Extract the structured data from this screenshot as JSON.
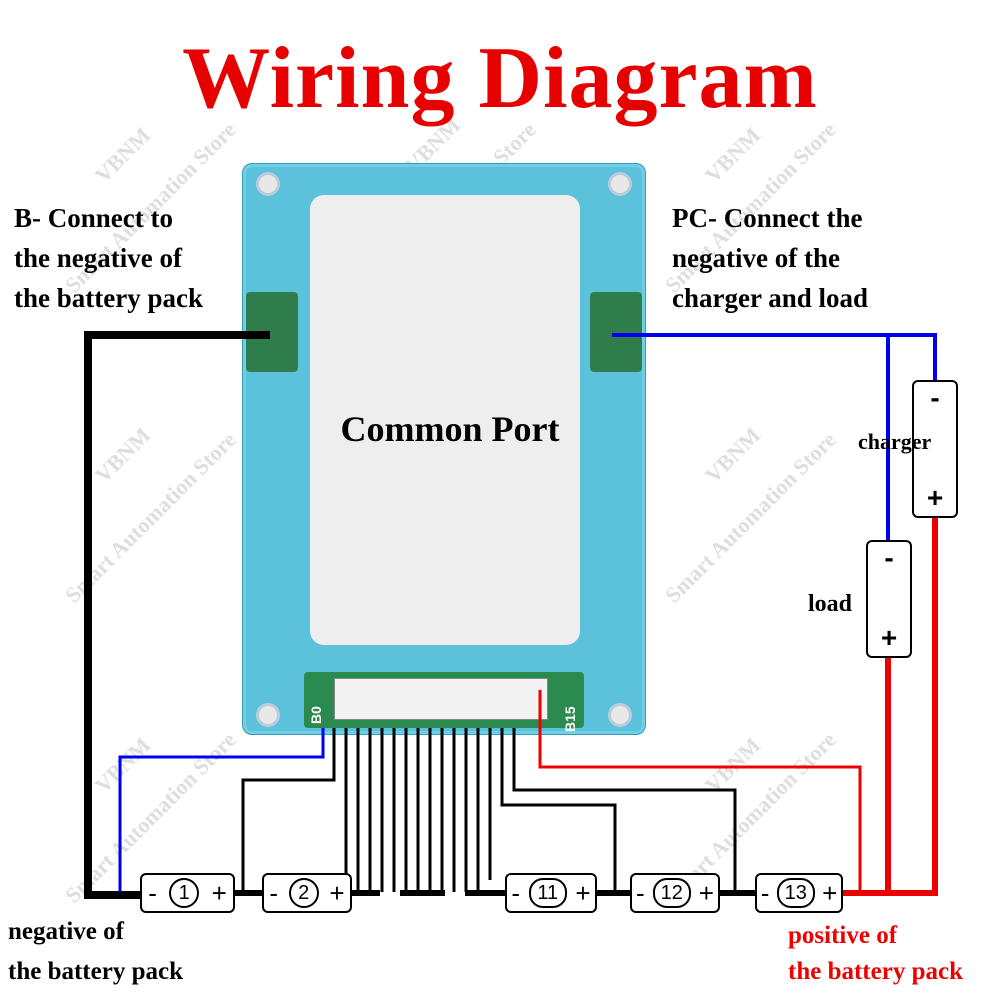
{
  "title": "Wiring Diagram",
  "labels": {
    "b_minus": [
      "B- Connect to",
      "the negative of",
      "the battery pack"
    ],
    "pc_minus": [
      "PC- Connect the",
      "negative of the",
      "charger and load"
    ],
    "common_port": "Common Port",
    "charger": "charger",
    "load": "load",
    "negative_pack": [
      "negative of",
      "the battery pack"
    ],
    "positive_pack": [
      "positive of",
      "the battery pack"
    ]
  },
  "board": {
    "connector_left": "B0",
    "connector_right": "B15"
  },
  "cells": [
    {
      "minus": "-",
      "num": "1",
      "plus": "+"
    },
    {
      "minus": "-",
      "num": "2",
      "plus": "+"
    },
    {
      "minus": "-",
      "num": "11",
      "plus": "+"
    },
    {
      "minus": "-",
      "num": "12",
      "plus": "+"
    },
    {
      "minus": "-",
      "num": "13",
      "plus": "+"
    }
  ],
  "devices": {
    "charger": {
      "minus": "-",
      "plus": "+"
    },
    "load": {
      "minus": "-",
      "plus": "+"
    }
  },
  "watermarks": [
    "VBNM",
    "Smart Automation Store"
  ],
  "colors": {
    "title": "#e60000",
    "board": "#5cc2dc",
    "negative_wire": "#000000",
    "b0_wire": "#0000ee",
    "pc_wire": "#0000ee",
    "positive_wire": "#ee0000"
  }
}
